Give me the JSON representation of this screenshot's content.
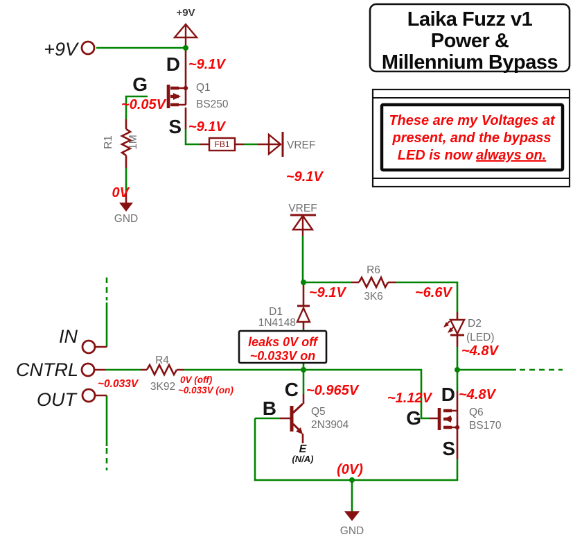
{
  "colors": {
    "wire_green": "#008400",
    "symbol_dark_red": "#861111",
    "voltage_annotation_red": "#f20707",
    "reference_gray": "#6f6f6f",
    "label_black": "#161616",
    "background": "#ffffff"
  },
  "title_box": {
    "line1": "Laika Fuzz v1",
    "line2": "Power &",
    "line3": "Millennium Bypass"
  },
  "note_box": {
    "line1": "These are my Voltages at",
    "line2": "present, and the bypass",
    "line3_prefix": "LED is now ",
    "line3_underline": "always on."
  },
  "power_section": {
    "battery_label": "+9V",
    "rail_flag_label": "+9V",
    "q1": {
      "pin_d": "D",
      "pin_g": "G",
      "pin_s": "S",
      "ref": "Q1",
      "value": "BS250",
      "v_drain": "~9.1V",
      "v_gate": "~0.05V",
      "v_source": "~9.1V"
    },
    "r1": {
      "ref": "R1",
      "value": "1M",
      "v_bottom": "0V",
      "gnd_label": "GND"
    },
    "fb1_label": "FB1",
    "vref_flag": {
      "label": "VREF",
      "voltage": "~9.1V"
    }
  },
  "bypass_section": {
    "vref_flag_label": "VREF",
    "v_vref_node": "~9.1V",
    "r6": {
      "ref": "R6",
      "value": "3K6",
      "v_right": "~6.6V"
    },
    "d1": {
      "ref": "D1",
      "value": "1N4148",
      "leak_note_line1": "leaks 0V off",
      "leak_note_line2": "~0.033V on"
    },
    "d2": {
      "ref": "D2",
      "value": "(LED)",
      "v_cathode": "~4.8V"
    },
    "ports": {
      "in": "IN",
      "cntrl": "CNTRL",
      "out": "OUT",
      "v_cntrl": "~0.033V"
    },
    "r4": {
      "ref": "R4",
      "value": "3K92",
      "annotation_off": "0V (off)",
      "annotation_on": "~0.033V (on)"
    },
    "q5": {
      "pin_b": "B",
      "pin_c": "C",
      "pin_e": "E",
      "e_note": "(N/A)",
      "ref": "Q5",
      "value": "2N3904",
      "v_collector": "~0.965V"
    },
    "q6": {
      "pin_g": "G",
      "pin_d": "D",
      "pin_s": "S",
      "ref": "Q6",
      "value": "BS170",
      "v_gate": "~1.12V",
      "v_drain": "~4.8V"
    },
    "v_ground_rail": "(0V)",
    "gnd_label": "GND"
  }
}
